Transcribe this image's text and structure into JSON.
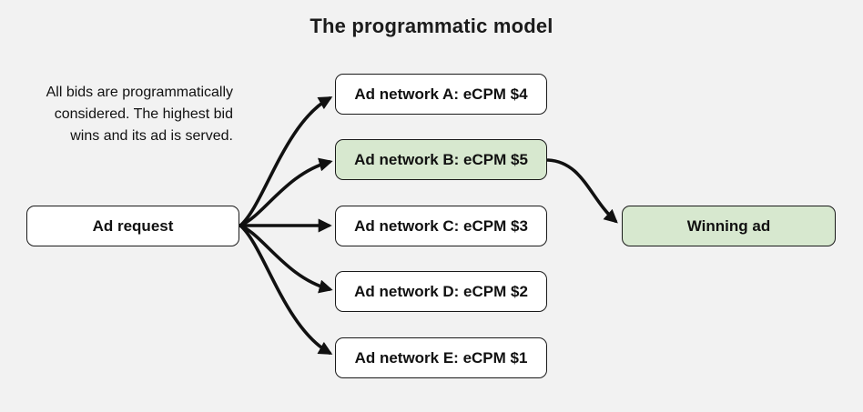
{
  "title": "The programmatic model",
  "note": {
    "lines": {
      "line1": "All bids are programmatically",
      "line2": "considered. The highest bid",
      "line3": "wins and its ad is served."
    }
  },
  "nodes": {
    "ad_request": {
      "label": "Ad request"
    },
    "networks": [
      {
        "id": "a",
        "label": "Ad network A: eCPM $4",
        "ecpm_usd": 4,
        "highlighted": false
      },
      {
        "id": "b",
        "label": "Ad network B: eCPM $5",
        "ecpm_usd": 5,
        "highlighted": true
      },
      {
        "id": "c",
        "label": "Ad network C: eCPM $3",
        "ecpm_usd": 3,
        "highlighted": false
      },
      {
        "id": "d",
        "label": "Ad network D: eCPM $2",
        "ecpm_usd": 2,
        "highlighted": false
      },
      {
        "id": "e",
        "label": "Ad network E: eCPM $1",
        "ecpm_usd": 1,
        "highlighted": false
      }
    ],
    "winning_ad": {
      "label": "Winning ad"
    }
  },
  "edges": [
    {
      "from": "ad_request",
      "to": "network_a"
    },
    {
      "from": "ad_request",
      "to": "network_b"
    },
    {
      "from": "ad_request",
      "to": "network_c"
    },
    {
      "from": "ad_request",
      "to": "network_d"
    },
    {
      "from": "ad_request",
      "to": "network_e"
    },
    {
      "from": "network_b",
      "to": "winning_ad"
    }
  ],
  "colors": {
    "background": "#f2f2f2",
    "node_fill": "#ffffff",
    "highlight_green": "#d7e8cf",
    "node_border": "#1a1a1a",
    "arrow": "#111111",
    "text": "#111111"
  }
}
